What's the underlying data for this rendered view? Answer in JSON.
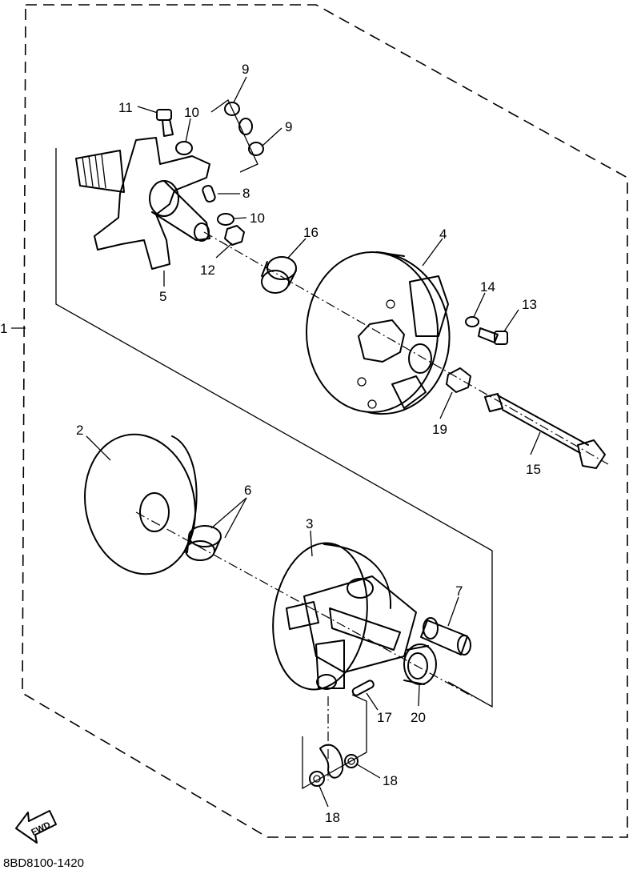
{
  "callouts": {
    "c1": "1",
    "c2": "2",
    "c3": "3",
    "c4": "4",
    "c5": "5",
    "c6": "6",
    "c7": "7",
    "c8": "8",
    "c9a": "9",
    "c9b": "9",
    "c10a": "10",
    "c10b": "10",
    "c11": "11",
    "c12": "12",
    "c13": "13",
    "c14": "14",
    "c15": "15",
    "c16": "16",
    "c17": "17",
    "c18a": "18",
    "c18b": "18",
    "c19": "19",
    "c20": "20"
  },
  "fwd_label": "FWD",
  "figure_code": "8BD8100-1420"
}
